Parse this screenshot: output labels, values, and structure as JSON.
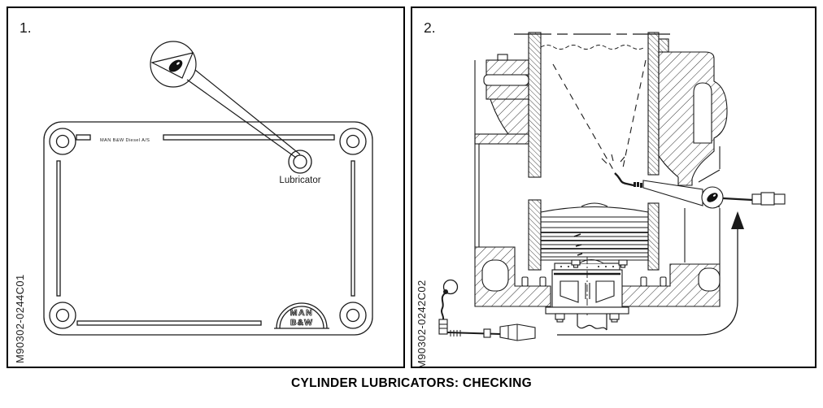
{
  "page": {
    "caption": "CYLINDER LUBRICATORS: CHECKING",
    "colors": {
      "line": "#1a1a1a",
      "background": "#ffffff",
      "ink_fill": "#111111"
    }
  },
  "panel1": {
    "number": "1.",
    "doc_code": "M90302-0244C01",
    "plate_brand_text": "MAN B&W Diesel A/S",
    "lubricator_label": "Lubricator",
    "logo": {
      "line1": "MAN",
      "line2": "B&W"
    }
  },
  "panel2": {
    "number": "2.",
    "doc_code": "M90302-0242C02"
  },
  "icons": {
    "magnifier_detail": "oil-drop-magnified",
    "tool_sight_glass": "oil-drop",
    "direction": "arrow-up"
  }
}
